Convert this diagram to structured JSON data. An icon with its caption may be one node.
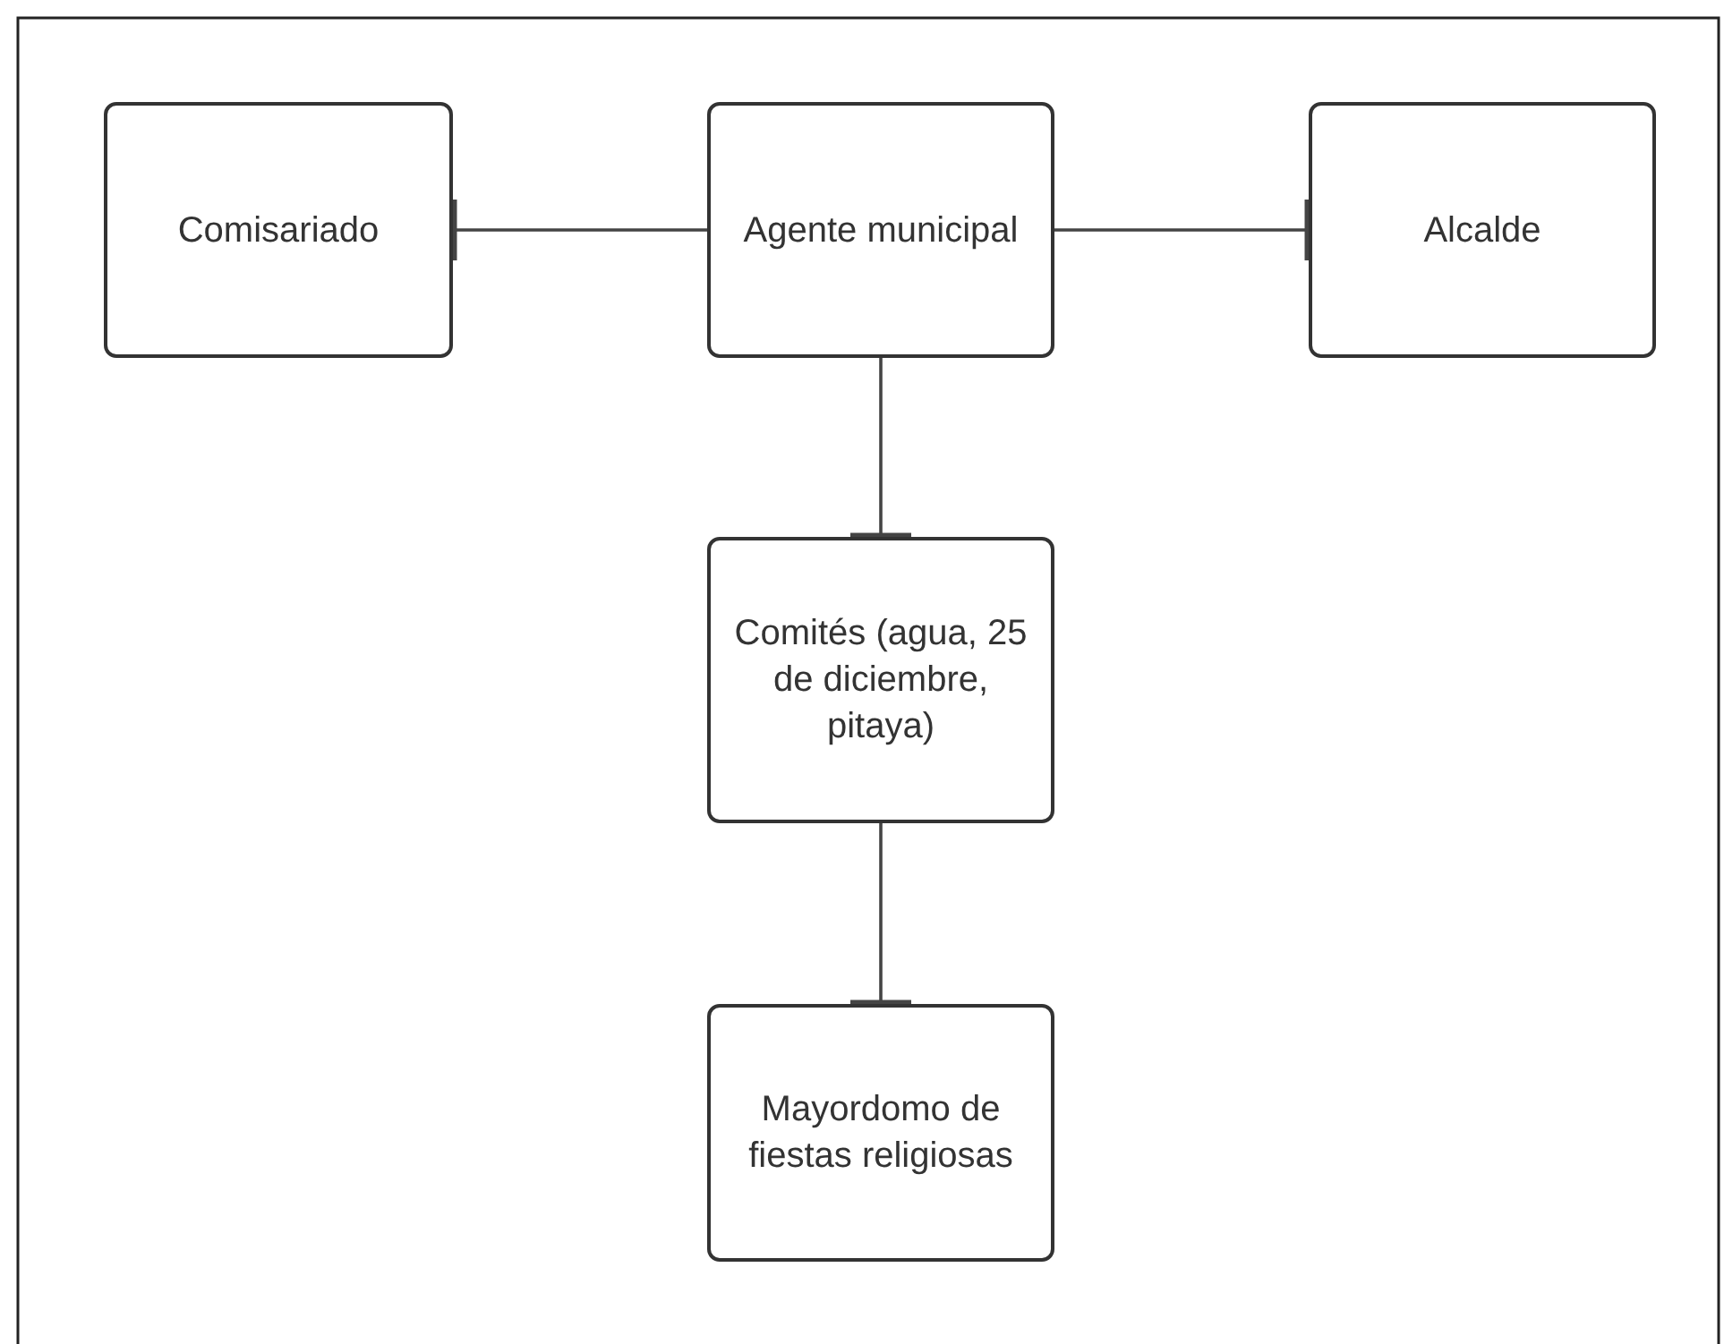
{
  "diagram": {
    "nodes": [
      {
        "text": [
          "Comisariado"
        ]
      },
      {
        "text": [
          "Agente municipal"
        ]
      },
      {
        "text": [
          "Alcalde"
        ]
      },
      {
        "text": [
          "Comités (agua, 25 de diciembre, pitaya)"
        ]
      },
      {
        "text": [
          "Mayordomo de fiestas religiosas"
        ]
      }
    ],
    "edges": [
      {
        "from": 1,
        "to": 0,
        "arrow": "other"
      },
      {
        "from": 1,
        "to": 2,
        "arrow": "other"
      },
      {
        "from": 1,
        "to": 3,
        "arrow": "other"
      },
      {
        "from": 3,
        "to": 4,
        "arrow": "other"
      }
    ]
  }
}
